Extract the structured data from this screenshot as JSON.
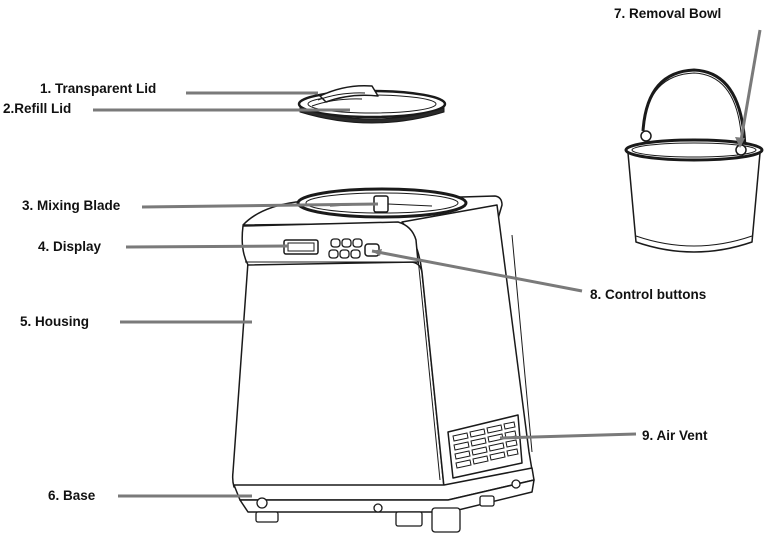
{
  "labels": {
    "l1": "1.  Transparent Lid",
    "l2": "2.Refill Lid",
    "l3": "3. Mixing Blade",
    "l4": "4. Display",
    "l5": "5.  Housing",
    "l6": "6. Base",
    "l7": "7. Removal Bowl",
    "l8": "8. Control buttons",
    "l9": "9. Air Vent"
  },
  "colors": {
    "leader": "#7a7a7a",
    "outline": "#1a1a1a",
    "text": "#111111"
  }
}
